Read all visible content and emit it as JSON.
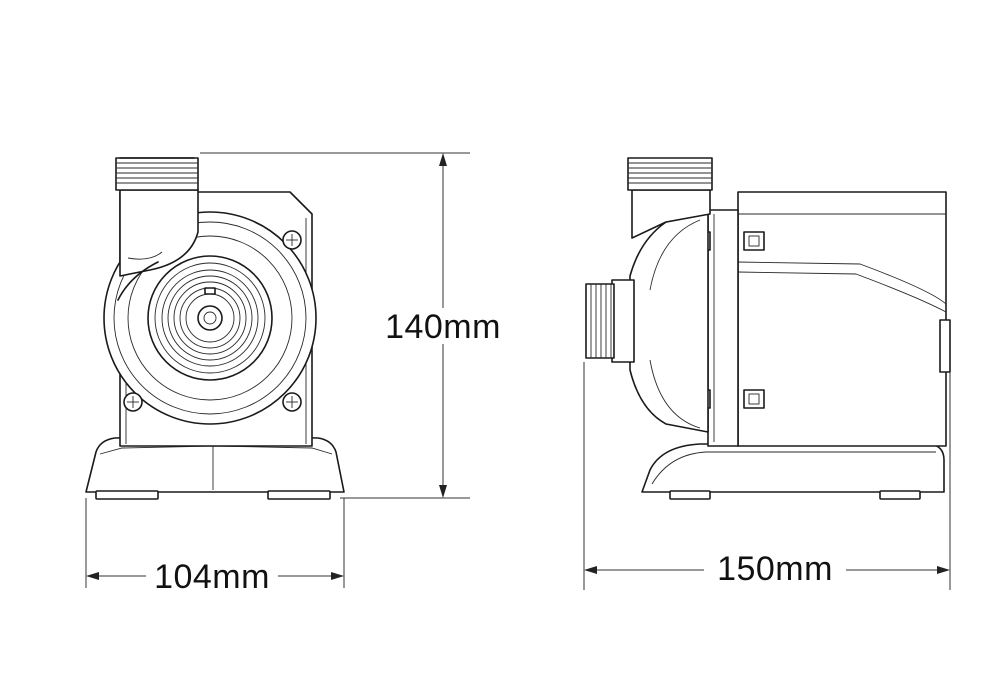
{
  "dimensions": {
    "height": "140mm",
    "width": "104mm",
    "length": "150mm"
  },
  "colors": {
    "line": "#1a1a1a",
    "background": "#ffffff"
  }
}
